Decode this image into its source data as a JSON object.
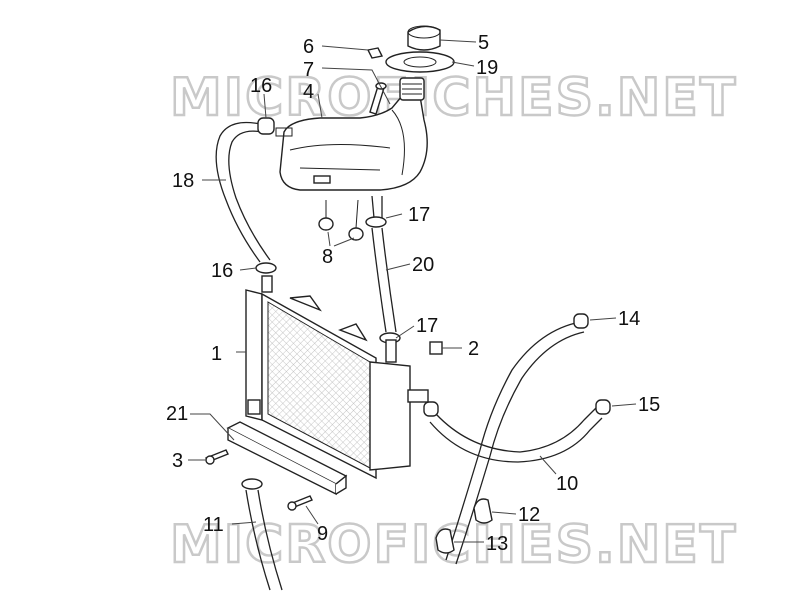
{
  "diagram": {
    "watermark": "MICROFICHES.NET",
    "callouts": [
      {
        "id": "1",
        "text": "1"
      },
      {
        "id": "2",
        "text": "2"
      },
      {
        "id": "3",
        "text": "3"
      },
      {
        "id": "4",
        "text": "4"
      },
      {
        "id": "5",
        "text": "5"
      },
      {
        "id": "6",
        "text": "6"
      },
      {
        "id": "7",
        "text": "7"
      },
      {
        "id": "8",
        "text": "8"
      },
      {
        "id": "9",
        "text": "9"
      },
      {
        "id": "10",
        "text": "10"
      },
      {
        "id": "11",
        "text": "11"
      },
      {
        "id": "12",
        "text": "12"
      },
      {
        "id": "13",
        "text": "13"
      },
      {
        "id": "14",
        "text": "14"
      },
      {
        "id": "15",
        "text": "15"
      },
      {
        "id": "16a",
        "text": "16"
      },
      {
        "id": "16b",
        "text": "16"
      },
      {
        "id": "17a",
        "text": "17"
      },
      {
        "id": "17b",
        "text": "17"
      },
      {
        "id": "18",
        "text": "18"
      },
      {
        "id": "19",
        "text": "19"
      },
      {
        "id": "20",
        "text": "20"
      },
      {
        "id": "21",
        "text": "21"
      }
    ]
  }
}
